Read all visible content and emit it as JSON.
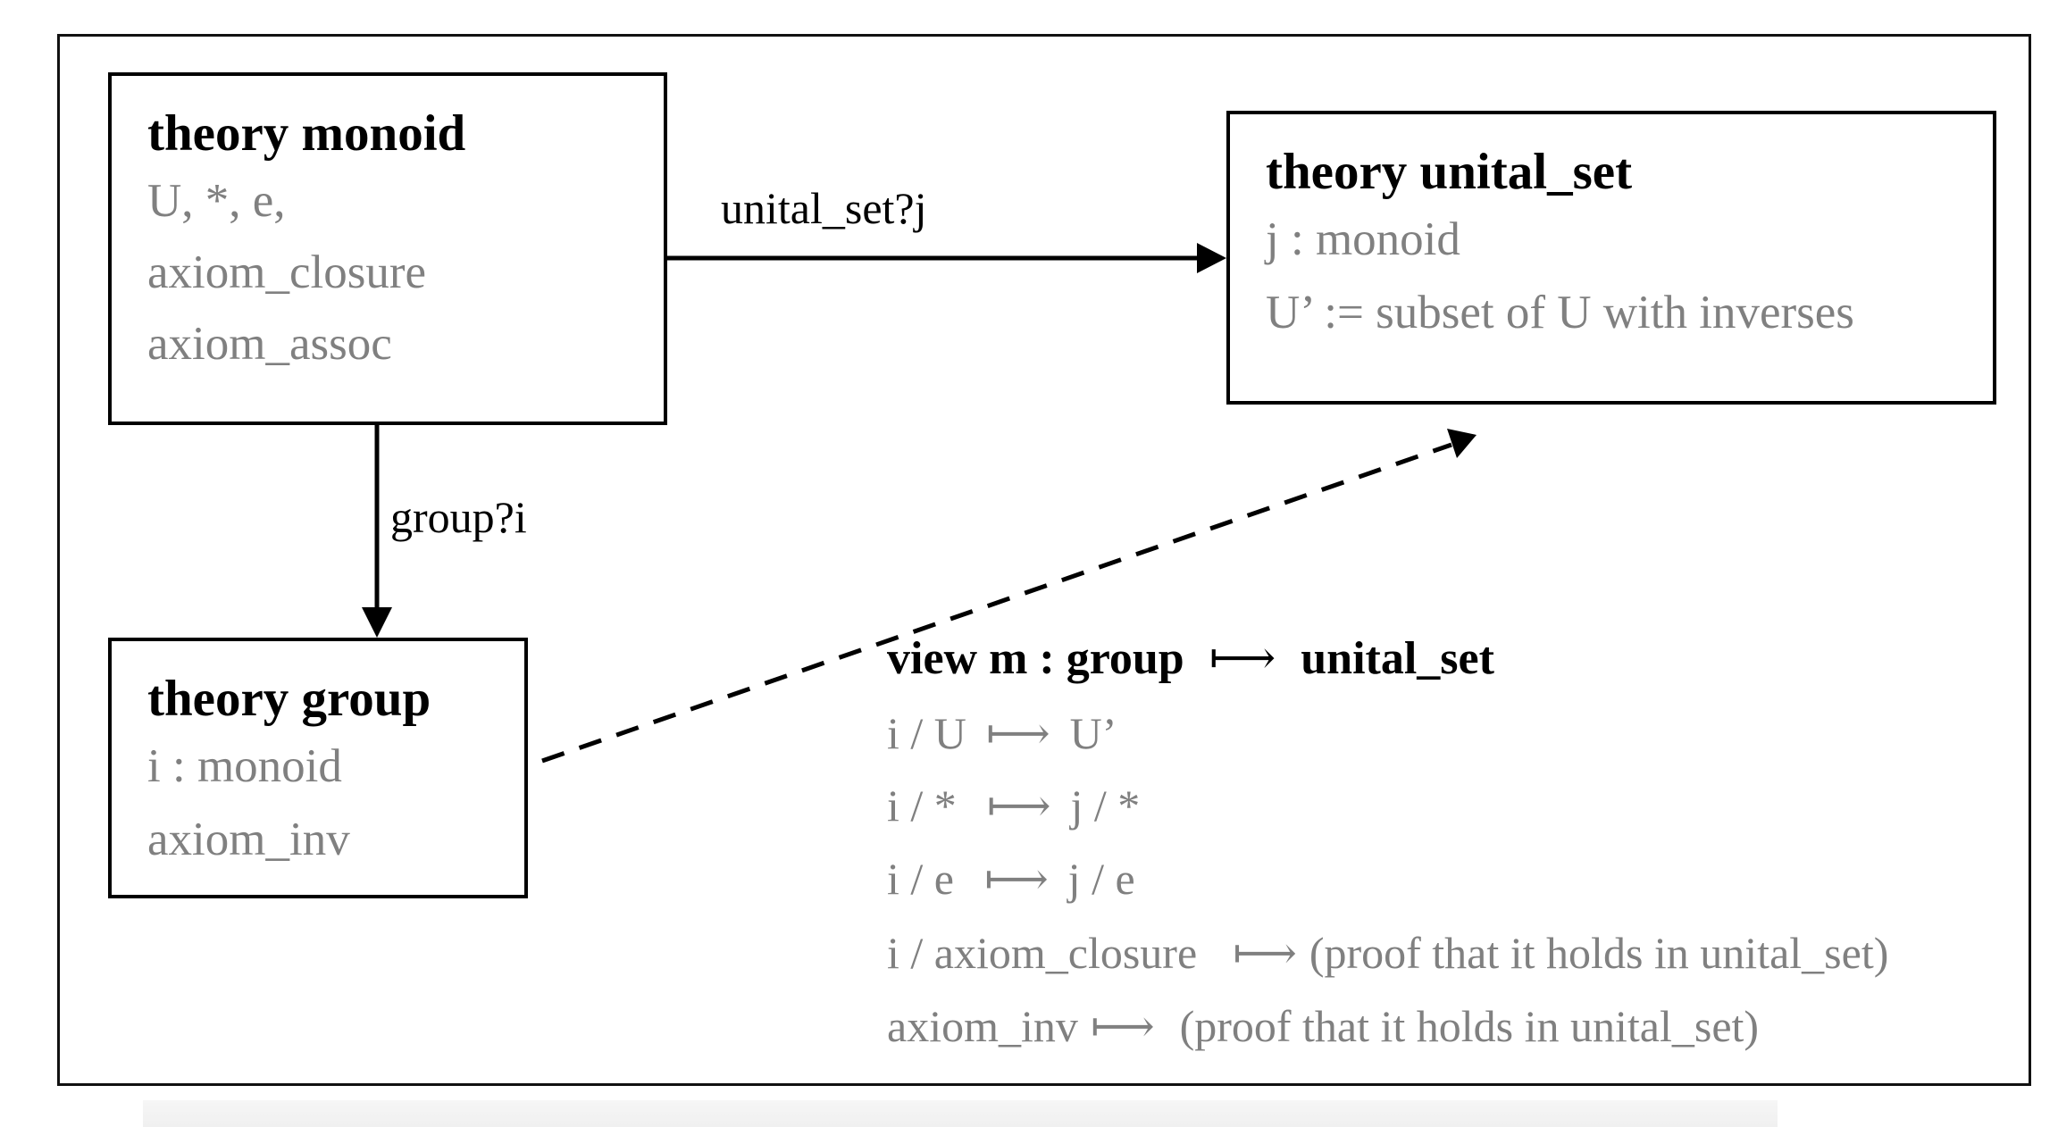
{
  "theories": {
    "monoid": {
      "title": "theory monoid",
      "lines": [
        "U, *, e,",
        "axiom_closure",
        "axiom_assoc"
      ]
    },
    "unital_set": {
      "title": "theory unital_set",
      "lines": [
        "j : monoid",
        "U’ := subset  of U with inverses"
      ]
    },
    "group": {
      "title": "theory group",
      "lines": [
        "i : monoid",
        "axiom_inv"
      ]
    }
  },
  "edges": {
    "monoid_to_unital": "unital_set?j",
    "monoid_to_group": "group?i"
  },
  "view": {
    "title_left": "view m : group",
    "arrow": "⟼",
    "title_right": "unital_set",
    "mappings": [
      {
        "from": "i / U",
        "to": "U’"
      },
      {
        "from": "i / *",
        "to": "j / *"
      },
      {
        "from": "i / e",
        "to": "j / e"
      },
      {
        "from": "i / axiom_closure",
        "to": "(proof that it holds in unital_set)"
      },
      {
        "from": "axiom_inv",
        "to": "(proof that it holds in unital_set)"
      }
    ]
  },
  "colors": {
    "title": "#000000",
    "body_text": "#808080",
    "stroke": "#000000"
  }
}
